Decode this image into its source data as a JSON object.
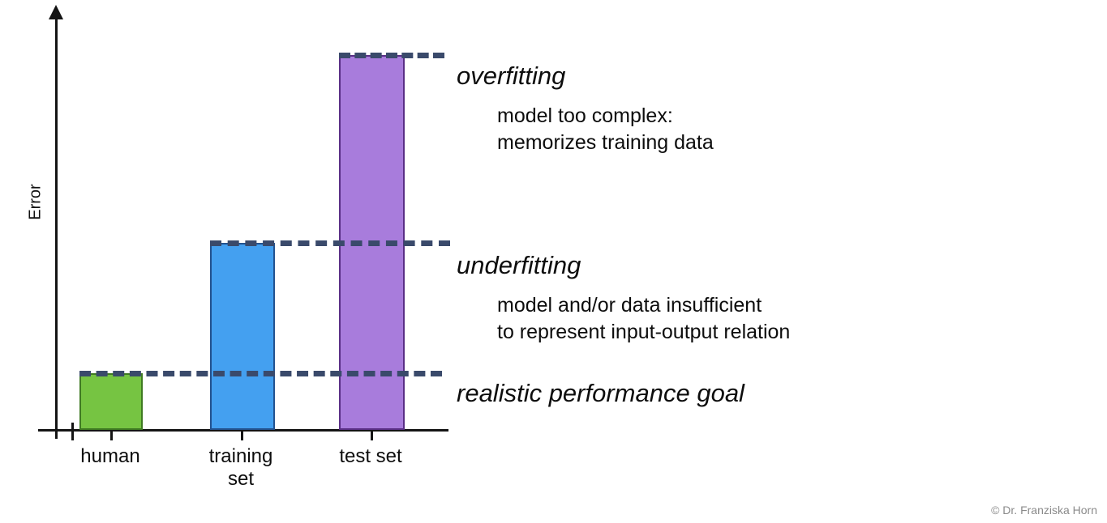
{
  "chart_data": {
    "type": "bar",
    "title": "",
    "xlabel": "",
    "ylabel": "Error",
    "categories": [
      "human",
      "training set",
      "test set"
    ],
    "values": [
      70,
      231,
      463
    ],
    "value_unit": "relative error (pixel height, unlabeled axis)",
    "ylim": [
      0,
      520
    ],
    "grid": false,
    "legend": "none",
    "bar_colors": [
      "#76c442",
      "#44a0f0",
      "#a87cdc"
    ],
    "bar_edge_colors": [
      "#3f7a22",
      "#23528f",
      "#5a2f86"
    ],
    "reference_lines": [
      {
        "label": "overfitting",
        "value": 463,
        "color": "#3a4a6b",
        "style": "dashed"
      },
      {
        "label": "underfitting",
        "value": 231,
        "color": "#3a4a6b",
        "style": "dashed"
      },
      {
        "label": "realistic performance goal",
        "value": 70,
        "color": "#3a4a6b",
        "style": "dashed"
      }
    ],
    "annotations": [
      {
        "heading": "overfitting",
        "lines": [
          "model too complex:",
          "memorizes training data"
        ]
      },
      {
        "heading": "underfitting",
        "lines": [
          "model and/or data insufficient",
          "to represent input-output relation"
        ]
      },
      {
        "heading": "realistic performance goal",
        "lines": []
      }
    ]
  },
  "axes": {
    "y_title": "Error",
    "x_tick_labels": [
      {
        "line1": "human",
        "line2": ""
      },
      {
        "line1": "training",
        "line2": "set"
      },
      {
        "line1": "test set",
        "line2": ""
      }
    ]
  },
  "annotations": {
    "overfitting": {
      "heading": "overfitting",
      "line1": "model too complex:",
      "line2": "memorizes training data"
    },
    "underfitting": {
      "heading": "underfitting",
      "line1": "model and/or data insufficient",
      "line2": "to represent input-output relation"
    },
    "goal": {
      "heading": "realistic performance goal"
    }
  },
  "credit": {
    "text": "© Dr. Franziska Horn"
  },
  "colors": {
    "human_bar": "#76c442",
    "training_bar": "#44a0f0",
    "test_bar": "#a87cdc",
    "dashed_line": "#3a4a6b",
    "axis": "#141414",
    "credit_text": "#8a8a8a"
  }
}
